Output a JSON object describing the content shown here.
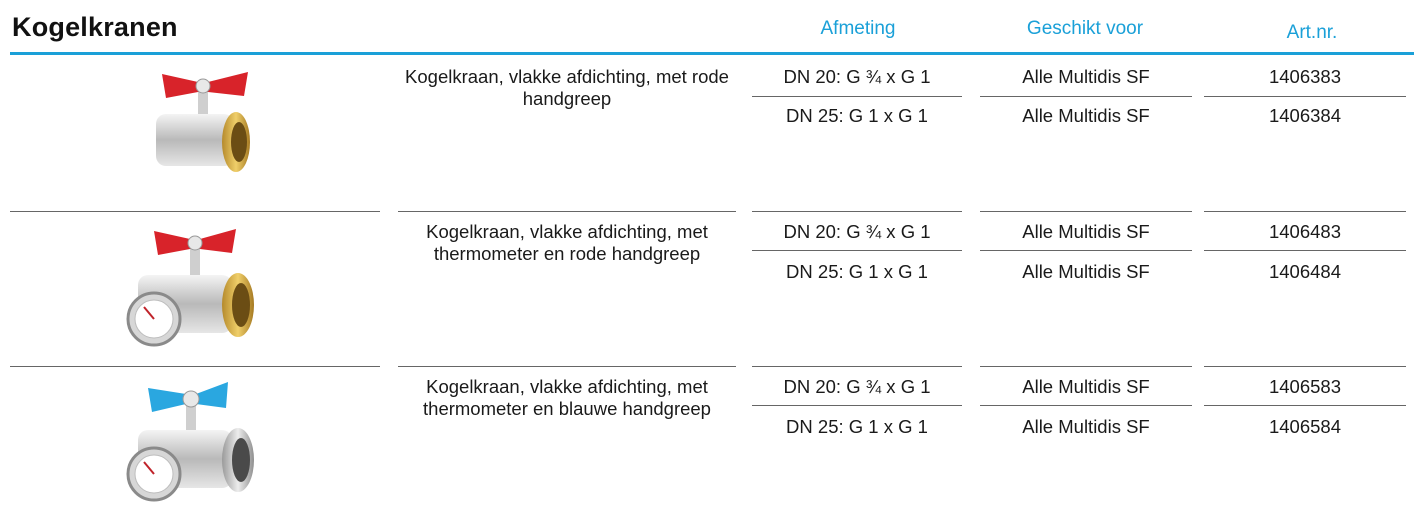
{
  "title": "Kogelkranen",
  "headers": {
    "afmeting": "Afmeting",
    "geschikt_voor": "Geschikt voor",
    "artnr": "Art.nr."
  },
  "products": [
    {
      "description": "Kogelkraan, vlakke afdichting, met rode handgreep",
      "handle_color": "#d8232a",
      "thermometer": false,
      "variants": [
        {
          "afmeting": "DN 20: G ¾ x G 1",
          "geschikt_voor": "Alle Multidis SF",
          "artnr": "1406383"
        },
        {
          "afmeting": "DN 25: G 1 x G 1",
          "geschikt_voor": "Alle Multidis SF",
          "artnr": "1406384"
        }
      ]
    },
    {
      "description": "Kogelkraan, vlakke afdichting, met thermometer en rode handgreep",
      "handle_color": "#d8232a",
      "thermometer": true,
      "variants": [
        {
          "afmeting": "DN 20: G ¾ x G 1",
          "geschikt_voor": "Alle Multidis SF",
          "artnr": "1406483"
        },
        {
          "afmeting": "DN 25: G 1 x G 1",
          "geschikt_voor": "Alle Multidis SF",
          "artnr": "1406484"
        }
      ]
    },
    {
      "description": "Kogelkraan, vlakke afdichting, met thermometer en blauwe handgreep",
      "handle_color": "#2aa7e0",
      "thermometer": true,
      "variants": [
        {
          "afmeting": "DN 20: G ¾ x G 1",
          "geschikt_voor": "Alle Multidis SF",
          "artnr": "1406583"
        },
        {
          "afmeting": "DN 25: G 1 x G 1",
          "geschikt_voor": "Alle Multidis SF",
          "artnr": "1406584"
        }
      ]
    }
  ],
  "colors": {
    "accent": "#1aa0d8",
    "rule": "#666666"
  }
}
